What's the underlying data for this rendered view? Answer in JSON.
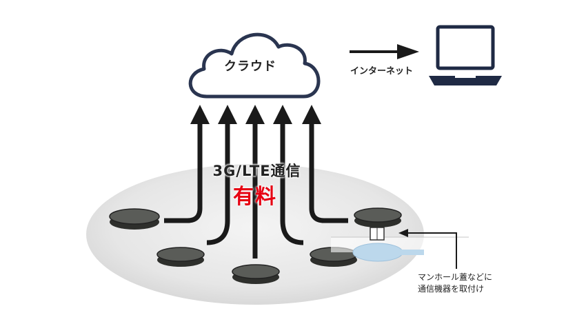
{
  "diagram": {
    "cloud_label": "クラウド",
    "internet_label": "インターネット",
    "network_label": "3G/LTE通信",
    "cost_label": "有料",
    "callout_lines": [
      "マンホール蓋などに",
      "通信機器を取付け"
    ]
  },
  "colors": {
    "accent_red": "#e60012",
    "arrow": "#1a1a1a",
    "laptop": "#1f2a44",
    "disc_top": "#5a5c58",
    "disc_side": "#2e2f2c",
    "ground": "#e8e8e8",
    "device": "#bcd8ec"
  },
  "icons": [
    "cloud-icon",
    "laptop-icon",
    "arrow-icon",
    "manhole-icon",
    "device-icon"
  ]
}
